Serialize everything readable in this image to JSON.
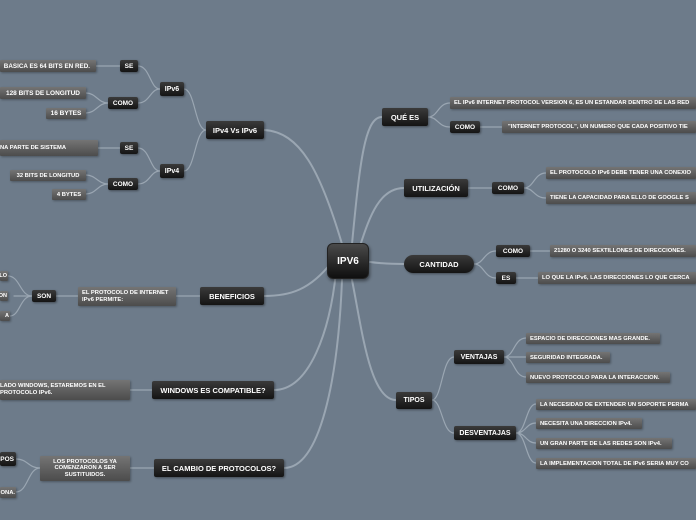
{
  "colors": {
    "background": "#6d7b8a",
    "connector": "#9aa6b2",
    "node_dark": "#141414",
    "node_leaf": "#5c5c5c",
    "text": "#ffffff"
  },
  "center": "IPV6",
  "left": {
    "ipv4_vs_ipv6": {
      "label": "IPv4 Vs IPv6",
      "ipv6": {
        "label": "IPv6",
        "se": "SE",
        "se_leaf": "BASICA ES 64 BITS EN RED.",
        "como": "COMO",
        "como_leaves": [
          "128 BITS DE LONGITUD",
          "16 BYTES"
        ]
      },
      "ipv4": {
        "label": "IPv4",
        "se": "SE",
        "se_leaf": "NA PARTE DE SISTEMA",
        "como": "COMO",
        "como_leaves": [
          "32 BITS DE LONGITUD",
          "4 BYTES"
        ]
      }
    },
    "beneficios": {
      "label": "BENEFICIOS",
      "desc": "EL PROTOCOLO DE INTERNET IPv6 PERMITE:",
      "son": "SON",
      "son_leaves": [
        "LO",
        "ON",
        "A"
      ]
    },
    "windows": {
      "label": "WINDOWS ES COMPATIBLE?",
      "desc": "LADO WINDOWS, ESTAREMOS EN EL PROTOCOLO IPv6."
    },
    "cambio": {
      "label": "EL CAMBIO DE PROTOCOLOS?",
      "desc": "LOS PROTOCOLOS YA COMENZARON A SER SUSTITUIDOS.",
      "leaves": [
        "POS",
        "ONA."
      ]
    }
  },
  "right": {
    "que_es": {
      "label": "QUÉ ES",
      "leaf": "EL IPv6 INTERNET PROTOCOL VERSION 6, ES UN ESTANDAR DENTRO DE LAS RED",
      "como": "COMO",
      "como_leaf": "\"INTERNET PROTOCOL\", UN NUMERO QUE CADA POSITIVO TIE"
    },
    "utilizacion": {
      "label": "UTILIZACIÓN",
      "como": "COMO",
      "leaves": [
        "EL PROTOCOLO IPv6 DEBE TENER UNA CONEXIO",
        "TIENE LA CAPACIDAD PARA ELLO DE GOOGLE S"
      ]
    },
    "cantidad": {
      "label": "CANTIDAD",
      "como": "COMO",
      "como_leaf": "21280 O 3240 SEXTILLONES DE DIRECCIONES.",
      "es": "ES",
      "es_leaf": "LO QUE LA IPv6, LAS DIRECCIONES LO QUE CERCA"
    },
    "tipos": {
      "label": "TIPOS",
      "ventajas": {
        "label": "VENTAJAS",
        "items": [
          "ESPACIO DE DIRECCIONES MAS GRANDE.",
          "SEGURIDAD INTEGRADA.",
          "NUEVO PROTOCOLO PARA LA INTERACCION."
        ]
      },
      "desventajas": {
        "label": "DESVENTAJAS",
        "items": [
          "LA NECESIDAD DE EXTENDER UN SOPORTE PERMA",
          "NECESITA UNA DIRECCION IPv4.",
          "UN GRAN PARTE DE LAS REDES SON IPv4.",
          "LA IMPLEMENTACION TOTAL DE IPv6 SERIA MUY CO"
        ]
      }
    }
  }
}
